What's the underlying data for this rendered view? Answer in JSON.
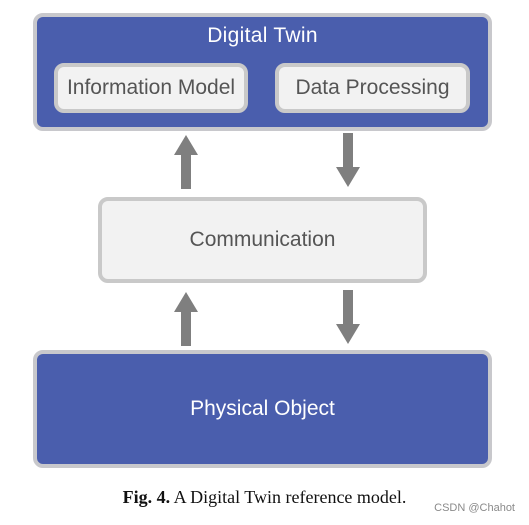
{
  "diagram": {
    "digital_twin": {
      "title": "Digital Twin",
      "components": [
        "Information Model",
        "Data Processing"
      ]
    },
    "communication": "Communication",
    "physical_object": "Physical Object",
    "colors": {
      "block_blue": "#4a5ead",
      "block_light": "#f2f2f2",
      "arrow": "#7f7f7f"
    }
  },
  "caption": {
    "label": "Fig. 4.",
    "text": " A Digital Twin reference model."
  },
  "watermark": "CSDN @Chahot"
}
